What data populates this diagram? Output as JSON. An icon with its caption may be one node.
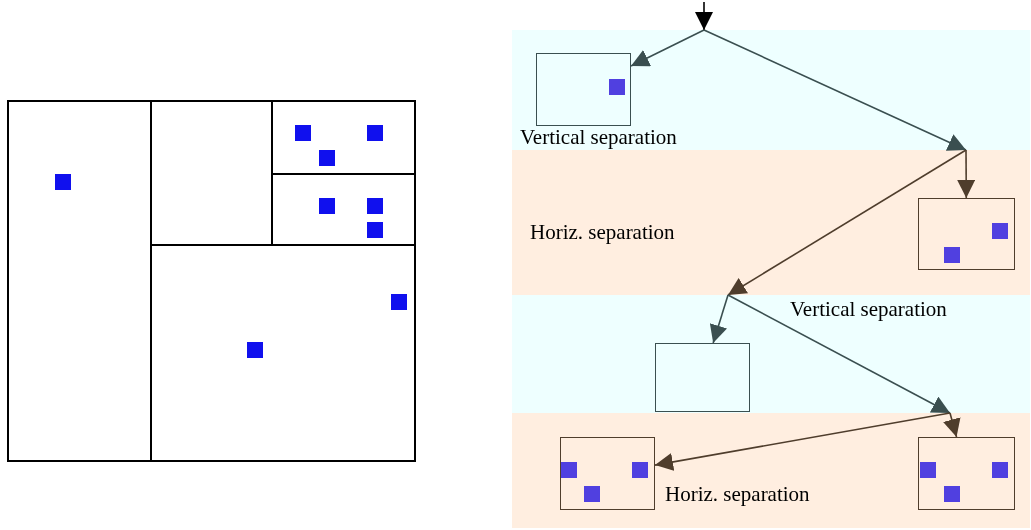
{
  "diagram": {
    "nodes": [
      {
        "text": [
          "Vertical separation"
        ]
      },
      {
        "text": [],
        "shape": "box",
        "in": 0
      },
      {
        "text": [
          "Horiz. separation"
        ]
      },
      {
        "text": [],
        "shape": "box",
        "in": 2
      },
      {
        "text": [
          "Vertical separation"
        ]
      },
      {
        "text": [],
        "shape": "box",
        "in": 4
      },
      {
        "text": [
          "Horiz. separation"
        ]
      },
      {
        "text": [],
        "shape": "box",
        "in": 6
      },
      {
        "text": [],
        "shape": "box",
        "in": 6
      }
    ],
    "edges": [
      {
        "from": null,
        "to": 0,
        "arrow": "to"
      },
      {
        "from": 0,
        "to": 1,
        "arrow": "to",
        "color": "#3a4f50"
      },
      {
        "from": 0,
        "to": 2,
        "arrow": "to",
        "color": "#3a4f50"
      },
      {
        "from": 2,
        "to": 3,
        "arrow": "to",
        "color": "#4f3d2c"
      },
      {
        "from": 2,
        "to": 4,
        "arrow": "to",
        "color": "#4f3d2c"
      },
      {
        "from": 4,
        "to": 5,
        "arrow": "to",
        "color": "#3a4f50"
      },
      {
        "from": 4,
        "to": 6,
        "arrow": "to",
        "color": "#3a4f50"
      },
      {
        "from": 6,
        "to": 7,
        "arrow": "to",
        "color": "#4f3d2c"
      },
      {
        "from": 6,
        "to": 8,
        "arrow": "to",
        "color": "#4f3d2c"
      }
    ]
  }
}
